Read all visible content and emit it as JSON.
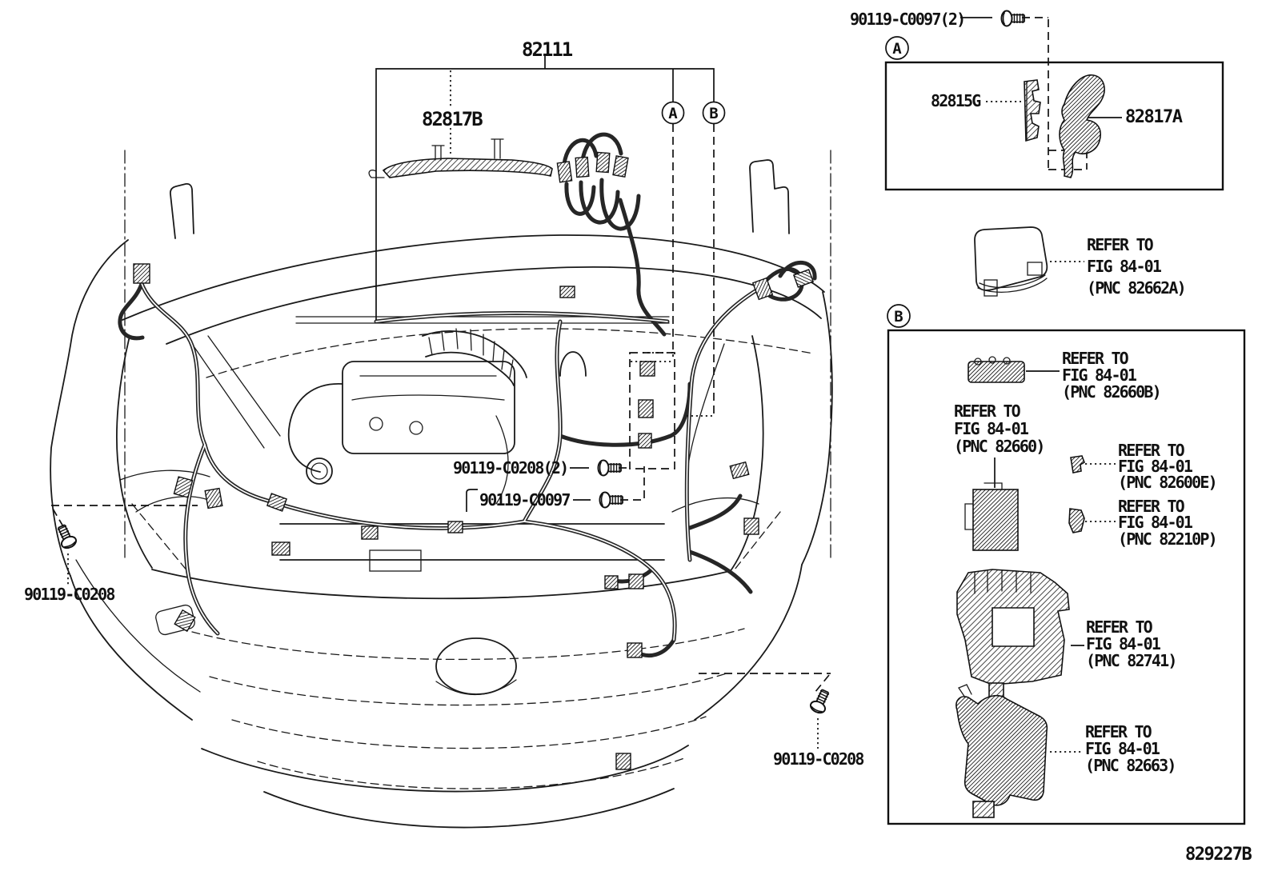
{
  "colors": {
    "line": "#1a1a1a",
    "background": "#ffffff"
  },
  "labels": {
    "main_harness": "82111",
    "protector": "82817B",
    "screw_top_right": "90119-C0097(2)",
    "screw_engine_1": "90119-C0208(2)",
    "screw_engine_2": "90119-C0097",
    "screw_bottom_left": "90119-C0208",
    "screw_bottom_right": "90119-C0208",
    "drawing_number": "829227B"
  },
  "callouts": {
    "a": "A",
    "b": "B"
  },
  "panel_a": {
    "callout": "A",
    "part_left": "82815G",
    "part_right": "82817A"
  },
  "refer_cover": {
    "l1": "REFER TO",
    "l2": "FIG 84-01",
    "l3": "(PNC 82662A)"
  },
  "panel_b": {
    "callout": "B",
    "refers": [
      {
        "l1": "REFER TO",
        "l2": "FIG 84-01",
        "l3": "(PNC 82660B)"
      },
      {
        "l1": "REFER TO",
        "l2": "FIG 84-01",
        "l3": "(PNC 82660)"
      },
      {
        "l1": "REFER TO",
        "l2": "FIG 84-01",
        "l3": "(PNC 82600E)"
      },
      {
        "l1": "REFER TO",
        "l2": "FIG 84-01",
        "l3": "(PNC 82210P)"
      },
      {
        "l1": "REFER TO",
        "l2": "FIG 84-01",
        "l3": "(PNC 82741)"
      },
      {
        "l1": "REFER TO",
        "l2": "FIG 84-01",
        "l3": "(PNC 82663)"
      }
    ]
  }
}
